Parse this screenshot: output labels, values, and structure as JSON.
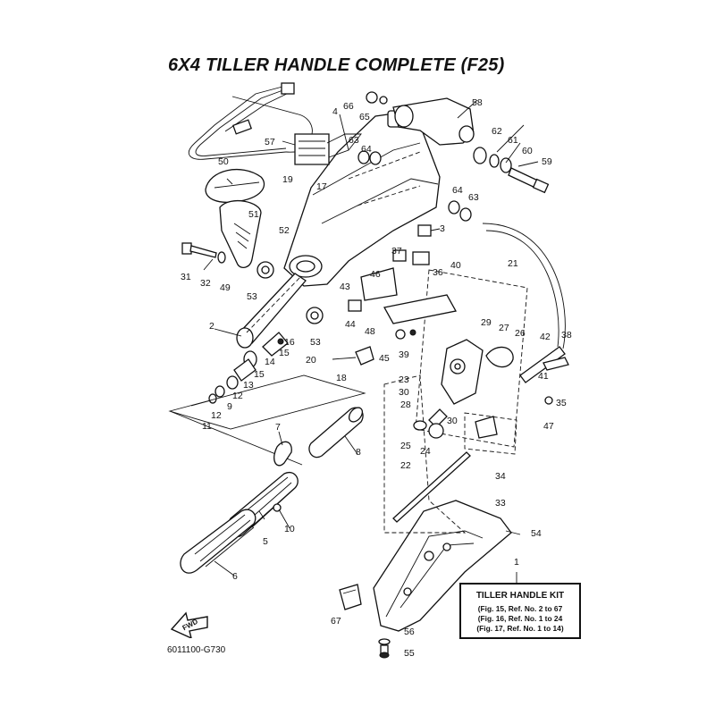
{
  "title": "6X4 TILLER HANDLE COMPLETE (F25)",
  "drawing_code": "6011100-G730",
  "fwd_label": "FWD",
  "kit_box": {
    "title": "TILLER HANDLE KIT",
    "lines": [
      "(Fig. 15, Ref. No. 2 to 67",
      "(Fig. 16, Ref. No. 1 to 24",
      "(Fig. 17, Ref. No. 1 to 14)"
    ]
  },
  "callouts": {
    "c1": "1",
    "c2": "2",
    "c3": "3",
    "c4": "4",
    "c5": "5",
    "c6": "6",
    "c7": "7",
    "c8": "8",
    "c9": "9",
    "c10": "10",
    "c11": "11",
    "c12a": "12",
    "c12b": "12",
    "c13": "13",
    "c14": "14",
    "c15a": "15",
    "c15b": "15",
    "c16": "16",
    "c17": "17",
    "c18": "18",
    "c19": "19",
    "c20": "20",
    "c21": "21",
    "c22": "22",
    "c23": "23",
    "c24": "24",
    "c25": "25",
    "c26": "26",
    "c27": "27",
    "c28": "28",
    "c29": "29",
    "c30a": "30",
    "c30b": "30",
    "c31": "31",
    "c32": "32",
    "c33": "33",
    "c34": "34",
    "c35": "35",
    "c36": "36",
    "c37": "37",
    "c38": "38",
    "c39": "39",
    "c40": "40",
    "c41": "41",
    "c42": "42",
    "c43": "43",
    "c44": "44",
    "c45": "45",
    "c46": "46",
    "c47": "47",
    "c48": "48",
    "c49": "49",
    "c50": "50",
    "c51": "51",
    "c52": "52",
    "c53a": "53",
    "c53b": "53",
    "c54": "54",
    "c55": "55",
    "c56": "56",
    "c57": "57",
    "c58": "58",
    "c59": "59",
    "c60": "60",
    "c61": "61",
    "c62": "62",
    "c63a": "63",
    "c63b": "63",
    "c64a": "64",
    "c64b": "64",
    "c65": "65",
    "c66": "66",
    "c67": "67"
  }
}
